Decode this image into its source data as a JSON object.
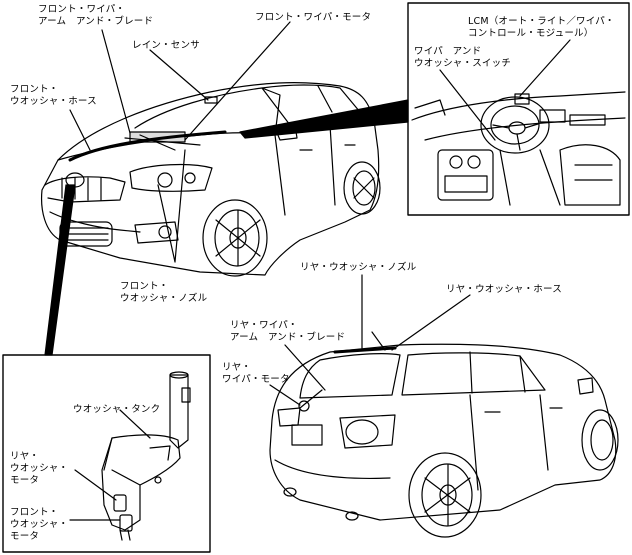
{
  "labels": {
    "front_wiper_arm_blade": "フロント・ワイパ・\nアーム　アンド・ブレード",
    "front_wiper_motor": "フロント・ワイパ・モータ",
    "rain_sensor": "レイン・センサ",
    "front_washer_hose": "フロント・\nウオッシャ・ホース",
    "front_washer_nozzle": "フロント・\nウオッシャ・ノズル",
    "lcm": "LCM（オート・ライト／ワイパ・\nコントロール・モジュール）",
    "wiper_washer_switch": "ワイパ　アンド\nウオッシャ・スイッチ",
    "rear_washer_nozzle": "リヤ・ウオッシャ・ノズル",
    "rear_washer_hose": "リヤ・ウオッシャ・ホース",
    "rear_wiper_arm_blade": "リヤ・ワイパ・\nアーム　アンド・ブレード",
    "rear_wiper_motor": "リヤ・\nワイパ・モータ",
    "washer_tank": "ウオッシャ・タンク",
    "rear_washer_motor": "リヤ・\nウオッシャ・\nモータ",
    "front_washer_motor": "フロント・\nウオッシャ・\nモータ"
  }
}
